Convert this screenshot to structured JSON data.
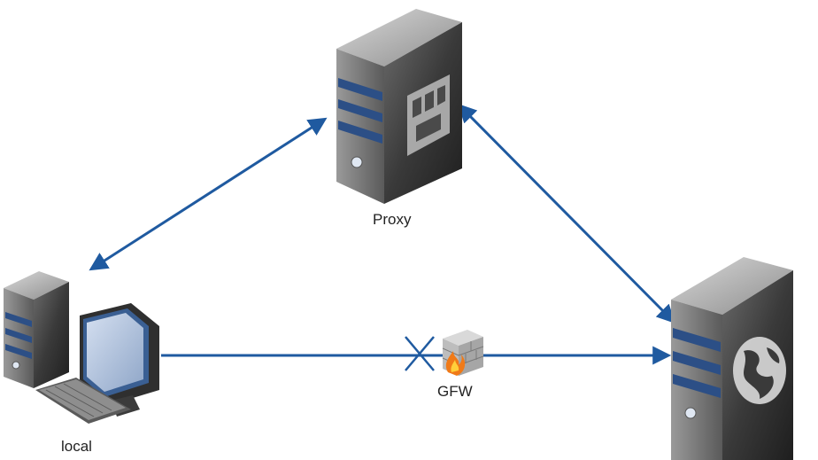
{
  "nodes": {
    "proxy": {
      "label": "Proxy",
      "icon": "proxy-server-icon"
    },
    "local": {
      "label": "local",
      "icon": "desktop-computer-icon"
    },
    "gfw": {
      "label": "GFW",
      "icon": "firewall-icon"
    },
    "remote": {
      "label": "",
      "icon": "web-server-icon"
    }
  },
  "edges": [
    {
      "from": "local",
      "to": "proxy",
      "style": "bidirectional"
    },
    {
      "from": "proxy",
      "to": "remote",
      "style": "bidirectional"
    },
    {
      "from": "local",
      "to": "remote",
      "style": "blocked"
    }
  ],
  "colors": {
    "arrow": "#1f5aa0",
    "block_mark": "#1f5aa0",
    "server_body": "#3b3b3b",
    "server_stripe": "#2c4f86"
  }
}
